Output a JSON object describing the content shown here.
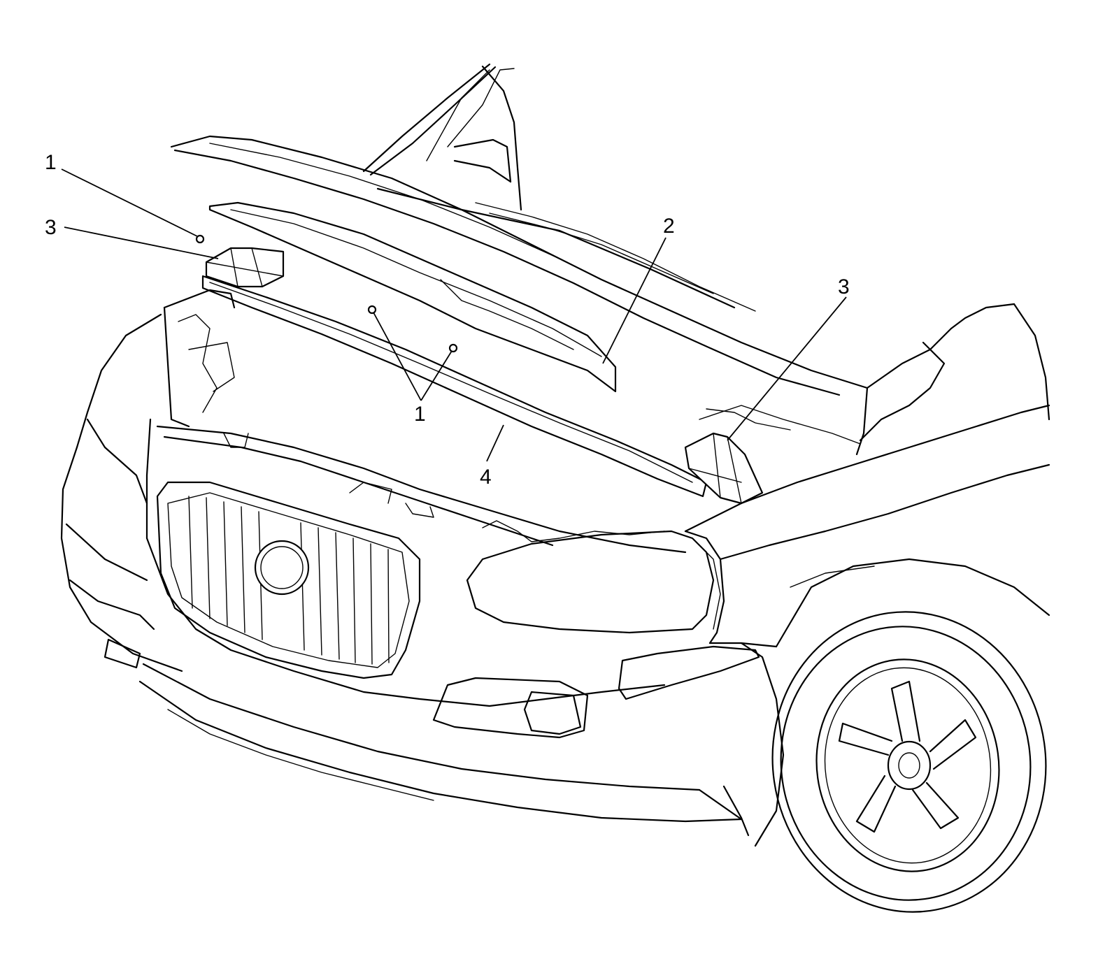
{
  "callouts": [
    {
      "id": "fastener-left",
      "label": "1"
    },
    {
      "id": "guide-left",
      "label": "3"
    },
    {
      "id": "seal-upper",
      "label": "2"
    },
    {
      "id": "guide-right",
      "label": "3"
    },
    {
      "id": "fasteners-center",
      "label": "1"
    },
    {
      "id": "seal-lower",
      "label": "4"
    }
  ]
}
